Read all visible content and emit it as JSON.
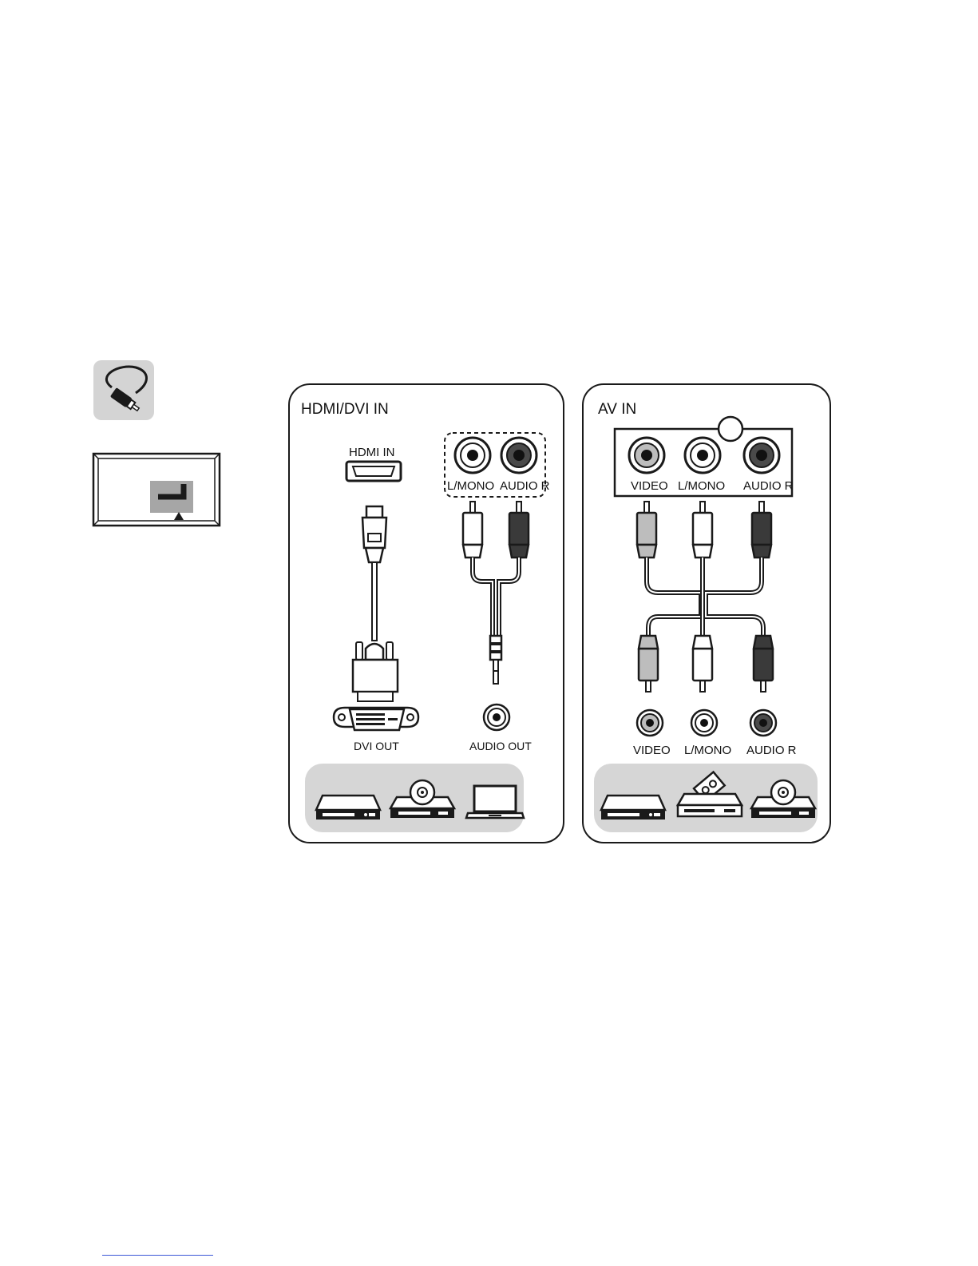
{
  "panels": {
    "hdmi": {
      "title": "HDMI/DVI IN",
      "hdmi_port_label": "HDMI IN",
      "audio_ports": [
        "L/MONO",
        "AUDIO R"
      ],
      "dvi_out_label": "DVI OUT",
      "audio_out_label": "AUDIO OUT",
      "devices": [
        "set-top-box-icon",
        "dvd-player-icon",
        "laptop-icon"
      ]
    },
    "av": {
      "title": "AV IN",
      "ports": [
        "VIDEO",
        "L/MONO",
        "AUDIO R"
      ],
      "device_ports": [
        "VIDEO",
        "L/MONO",
        "AUDIO R"
      ],
      "devices": [
        "set-top-box-icon",
        "vcr-icon",
        "dvd-player-icon"
      ]
    }
  },
  "icons": {
    "cable": "cable-icon",
    "tv_location": "tv-back-panel-icon"
  },
  "colors": {
    "video_plug": "#bdbdbd",
    "white_plug": "#ffffff",
    "red_plug": "#3a3a3a",
    "device_tray": "#d6d6d6",
    "stroke": "#1a1a1a"
  }
}
